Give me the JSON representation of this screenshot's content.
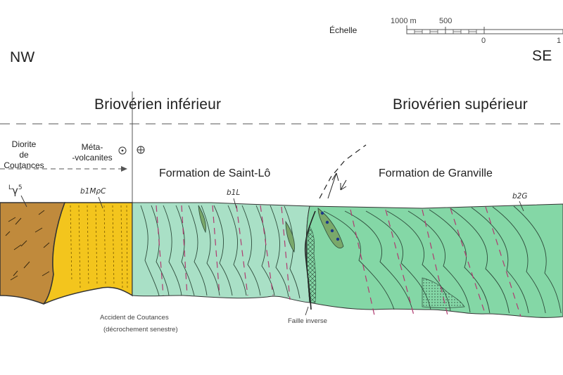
{
  "scale": {
    "label": "Échelle",
    "ticks": [
      "1000 m",
      "500",
      "0",
      "1"
    ]
  },
  "directions": {
    "left": "NW",
    "right": "SE"
  },
  "headers": {
    "lower": "Briovérien inférieur",
    "upper": "Briovérien supérieur"
  },
  "units": {
    "diorite": [
      "Diorite",
      "de",
      "Coutances"
    ],
    "metavolcanites": [
      "Méta-",
      "-volcanites"
    ],
    "saint_lo": "Formation de Saint-Lô",
    "granville": "Formation de Granville"
  },
  "codes": {
    "diorite_prefix": "L",
    "diorite_symbol": "γ",
    "diorite_sup": "5",
    "meta": "b1MρC",
    "saint_lo": "b1L",
    "granville": "b2G"
  },
  "annotations": {
    "accident": "Accident de Coutances",
    "decrochement": "(décrochement senestre)",
    "faille": "Faille inverse"
  },
  "colors": {
    "diorite": "#c08a3c",
    "metavolcanites": "#f3c51d",
    "saint_lo": "#a9e0c6",
    "granville": "#84d7a6",
    "lens": "#7aa86a",
    "fault_dash": "#b03a70",
    "line": "#2d4a3a"
  }
}
